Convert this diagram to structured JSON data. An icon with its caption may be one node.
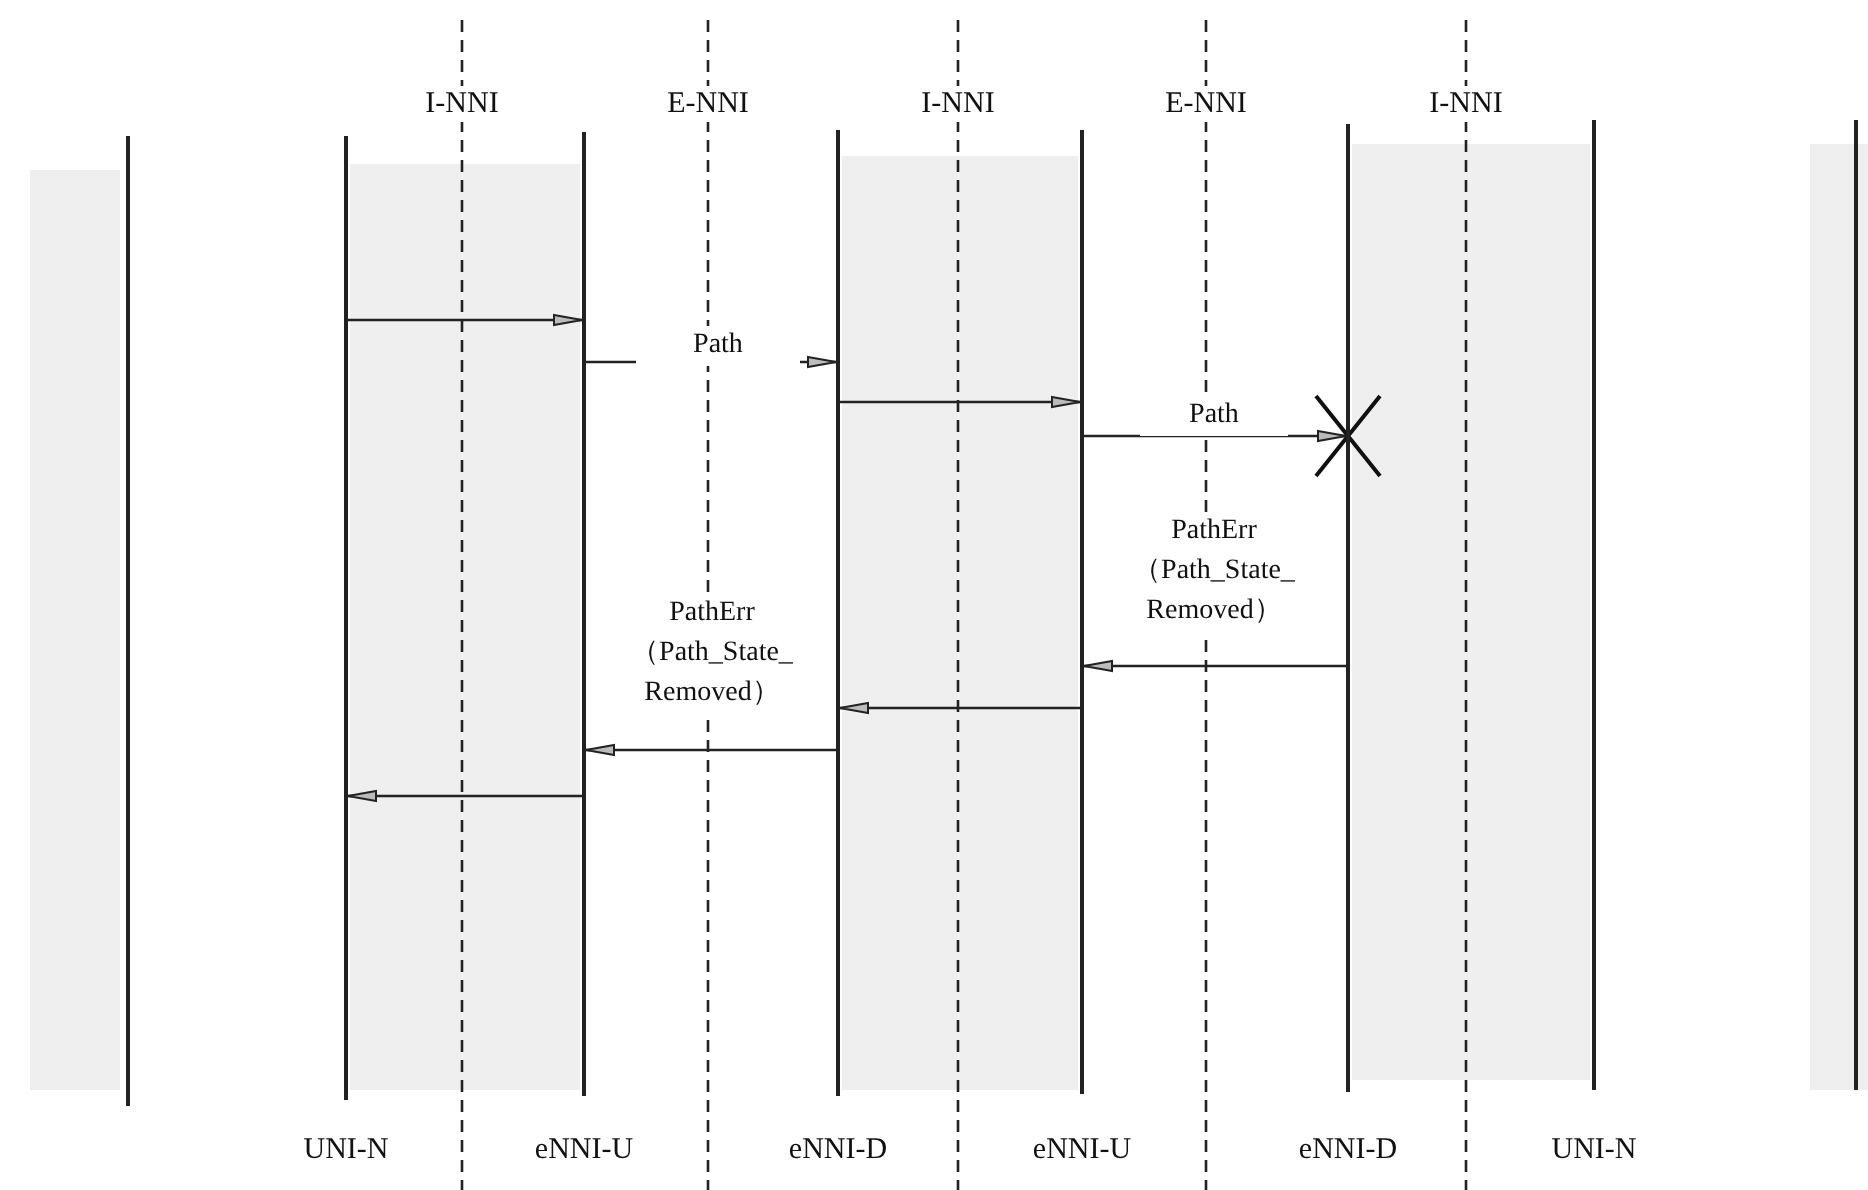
{
  "diagram": {
    "nodes": [
      {
        "text": [],
        "shape": "bar"
      },
      {
        "text": [],
        "shape": "bar",
        "beside": [
          "UNI-N"
        ]
      },
      {
        "text": [],
        "shape": "bar",
        "beside": [
          "eNNI-U"
        ]
      },
      {
        "text": [],
        "shape": "bar",
        "beside": [
          "eNNI-D"
        ]
      },
      {
        "text": [],
        "shape": "bar",
        "beside": [
          "eNNI-U"
        ]
      },
      {
        "text": [],
        "shape": "bar",
        "beside": [
          "eNNI-D"
        ]
      },
      {
        "text": [],
        "shape": "bar",
        "beside": [
          "UNI-N"
        ]
      },
      {
        "text": [],
        "shape": "bar"
      }
    ],
    "edges": [
      {
        "from": 1,
        "to": 2,
        "arrow": "to"
      },
      {
        "from": 2,
        "to": 3,
        "arrow": "to",
        "label": "Path"
      },
      {
        "from": 3,
        "to": 4,
        "arrow": "to"
      },
      {
        "from": 4,
        "to": 5,
        "arrow": "to",
        "label": "Path"
      },
      {
        "from": 5,
        "to": 4,
        "arrow": "to",
        "label": "PathErr （Path_State_ Removed）"
      },
      {
        "from": 4,
        "to": 3,
        "arrow": "to"
      },
      {
        "from": 3,
        "to": 2,
        "arrow": "to",
        "label": "PathErr （Path_State_ Removed）"
      },
      {
        "from": 2,
        "to": 1,
        "arrow": "to"
      }
    ],
    "labels": [
      "I-NNI",
      "E-NNI",
      "I-NNI",
      "E-NNI",
      "I-NNI"
    ]
  }
}
